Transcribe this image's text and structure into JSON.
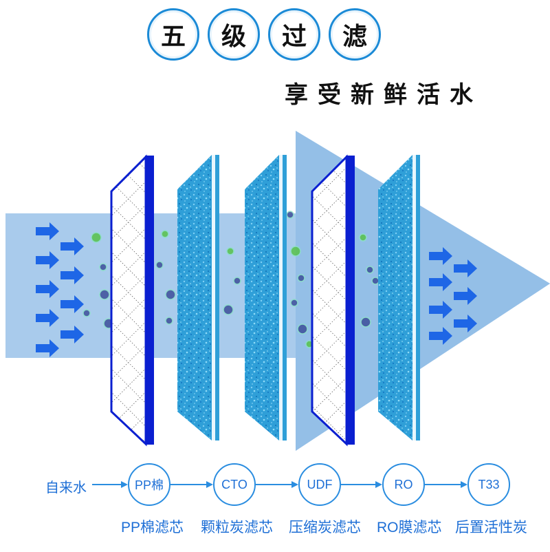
{
  "title_chars": [
    "五",
    "级",
    "过",
    "滤"
  ],
  "subtitle": "享受新鲜活水",
  "flow": {
    "start": "自来水",
    "stages": [
      "PP棉",
      "CTO",
      "UDF",
      "RO",
      "T33"
    ]
  },
  "captions": [
    "PP棉滤芯",
    "颗粒炭滤芯",
    "压缩炭滤芯",
    "RO膜滤芯",
    "后置活性炭"
  ],
  "colors": {
    "accent": "#1b8ad6",
    "water": "#a9cbec",
    "filter_blue": "#2f9fd8",
    "membrane_blue": "#0a1fd0",
    "text_blue": "#1e6fd6"
  }
}
